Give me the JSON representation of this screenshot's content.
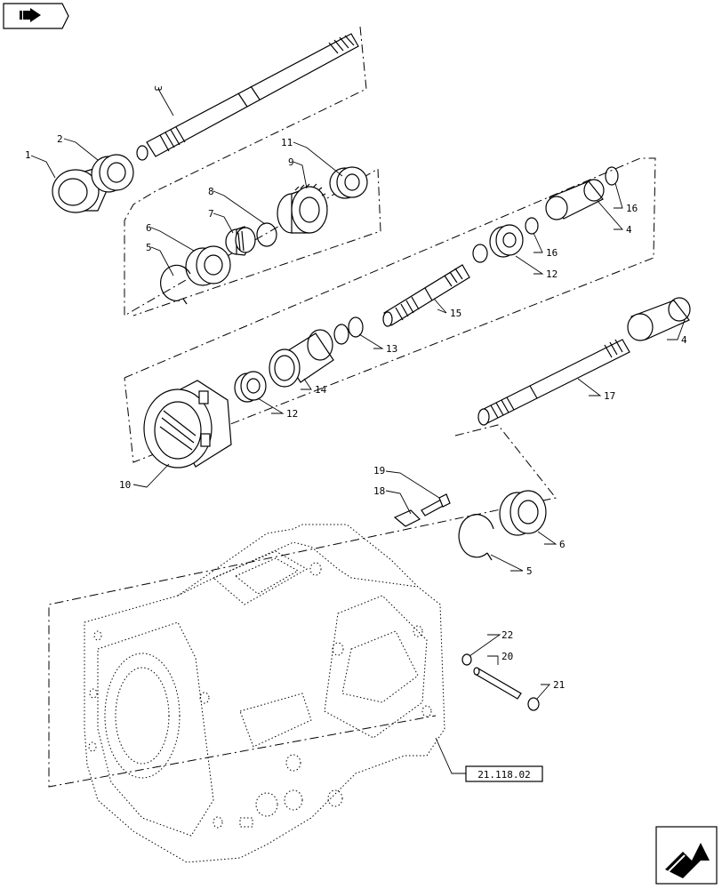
{
  "nav": {
    "back_icon": "back-arrow-icon",
    "next_icon": "next-page-arrow-icon"
  },
  "callouts": [
    "1",
    "2",
    "3",
    "4",
    "4",
    "5",
    "5",
    "6",
    "6",
    "7",
    "8",
    "9",
    "10",
    "11",
    "12",
    "12",
    "13",
    "14",
    "15",
    "16",
    "16",
    "17",
    "18",
    "19",
    "20",
    "21",
    "22"
  ],
  "reference": "21.118.02"
}
